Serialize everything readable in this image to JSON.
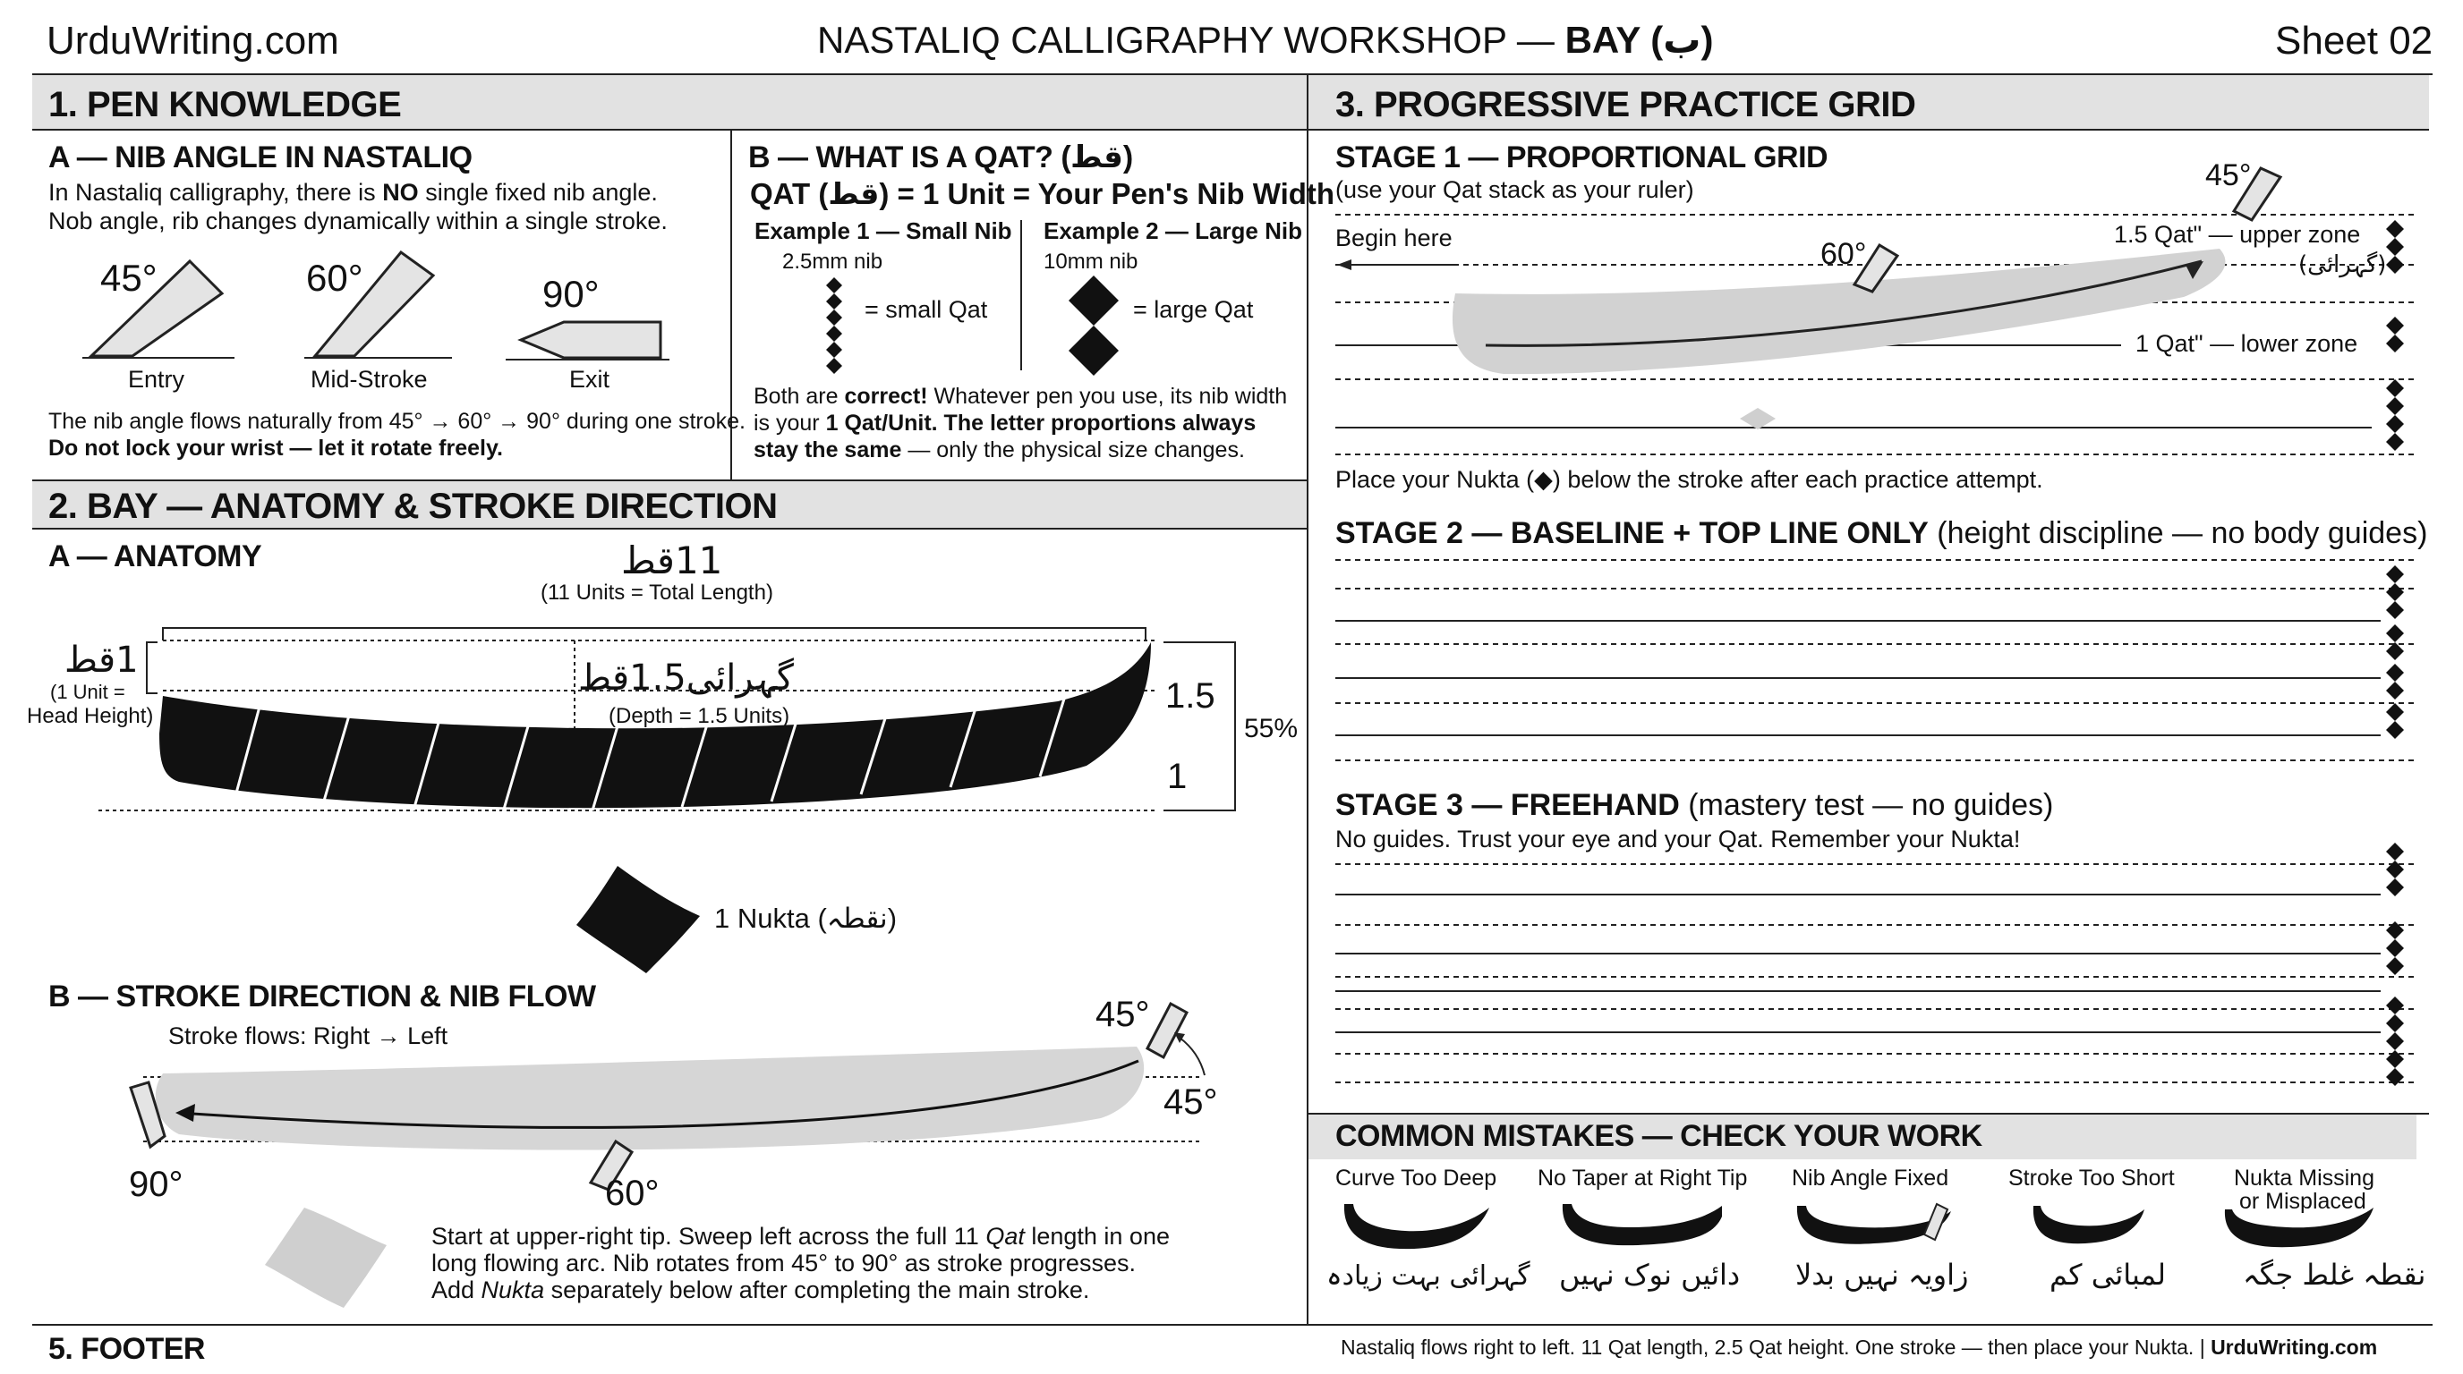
{
  "header": {
    "site": "UrduWriting.com",
    "title_main": "NASTALIQ CALLIGRAPHY WORKSHOP — ",
    "title_bold": "BAY (ب)",
    "sheet": "Sheet 02"
  },
  "section1": {
    "title": "1. PEN KNOWLEDGE",
    "a_title": "A — NIB ANGLE IN NASTALIQ",
    "a_line1_pre": "In Nastaliq calligraphy, there is ",
    "a_line1_bold": "NO",
    "a_line1_post": " single fixed nib angle.",
    "a_line2": "Nob angle, rib changes dynamically within a single stroke.",
    "nibs": [
      {
        "angle": "45°",
        "label": "Entry"
      },
      {
        "angle": "60°",
        "label": "Mid-Stroke"
      },
      {
        "angle": "90°",
        "label": "Exit"
      }
    ],
    "a_note1": "The nib angle flows naturally from 45° → 60° → 90° during one stroke.",
    "a_note2": "Do not lock your wrist — let it rotate freely.",
    "b_title": "B — WHAT IS A QAT? (قط)",
    "b_sub": "QAT (قط) = 1 Unit = Your Pen's Nib Width",
    "ex1_title": "Example 1 — Small Nib",
    "ex1_nib": "2.5mm nib",
    "ex1_label": "= small Qat",
    "ex2_title": "Example 2 — Large Nib",
    "ex2_nib": "10mm nib",
    "ex2_label": "= large Qat",
    "b_note1_pre": "Both are ",
    "b_note1_bold": "correct!",
    "b_note1_post": " Whatever pen you use, its nib width",
    "b_note2_pre": "is your ",
    "b_note2_bold": "1 Qat/Unit. The letter proportions always",
    "b_note3_bold": "stay the same",
    "b_note3_post": " — only the physical size changes."
  },
  "section2": {
    "title": "2. BAY — ANATOMY & STROKE DIRECTION",
    "a_title": "A — ANATOMY",
    "total_urdu": "11قط",
    "total_caption": "(11 Units = Total Length)",
    "head_urdu": "1قط",
    "head_caption1": "(1 Unit =",
    "head_caption2": "Head Height)",
    "depth_urdu": "گہرائی1.5قط",
    "depth_caption": "(Depth = 1.5 Units)",
    "right_upper": "1.5",
    "right_lower": "1",
    "right_pct": "55%",
    "nukta_label": "1 Nukta (نقطہ)",
    "b_title": "B — STROKE DIRECTION & NIB FLOW",
    "flow": "Stroke flows: Right → Left",
    "angle_top": "45°",
    "angle_right": "45°",
    "angle_mid": "60°",
    "angle_left": "90°",
    "desc1": "Start at upper-right tip. Sweep left across the full 11 ",
    "desc1_italic": "Qat",
    "desc1_post": " length in one",
    "desc2": "long flowing arc. Nib rotates from 45° to 90° as stroke progresses.",
    "desc3_pre": "Add ",
    "desc3_italic": "Nukta",
    "desc3_post": " separately below after completing the main stroke."
  },
  "section3": {
    "title": "3. PROGRESSIVE  PRACTICE GRID",
    "stage1_title": "STAGE 1 — PROPORTIONAL GRID",
    "stage1_sub": "(use your Qat stack as your ruler)",
    "begin": "Begin here",
    "angle_45": "45°",
    "angle_60": "60°",
    "upper_zone": "1.5 Qat\" — upper zone",
    "upper_zone_urdu": "(گہرائی)",
    "lower_zone": "1 Qat\" — lower zone",
    "nukta_note": "Place your Nukta (◆) below the stroke after each practice attempt.",
    "stage2_title": "STAGE 2 — BASELINE + TOP LINE ONLY",
    "stage2_sub": " (height discipline — no body guides)",
    "stage3_title": "STAGE 3 — FREEHAND",
    "stage3_sub": " (mastery test — no guides)",
    "stage3_note": "No guides. Trust your eye and your Qat. Remember your Nukta!"
  },
  "mistakes": {
    "title": "COMMON MISTAKES — CHECK YOUR WORK",
    "items": [
      {
        "label1": "Curve Too Deep",
        "label2": "",
        "urdu": "گہرائی بہت زیادہ"
      },
      {
        "label1": "No Taper at Right Tip",
        "label2": "",
        "urdu": "دائیں نوک نہیں"
      },
      {
        "label1": "Nib Angle Fixed",
        "label2": "",
        "urdu": "زاویہ نہیں بدلا"
      },
      {
        "label1": "Stroke Too Short",
        "label2": "",
        "urdu": "لمبائی کم"
      },
      {
        "label1": "Nukta Missing",
        "label2": "or Misplaced",
        "urdu": "نقطہ غلط جگہ"
      }
    ]
  },
  "footer": {
    "title": "5. FOOTER",
    "text": "Nastaliq flows right to left. 11 Qat length, 2.5 Qat height. One stroke — then place your Nukta. | ",
    "site": "UrduWriting.com"
  }
}
